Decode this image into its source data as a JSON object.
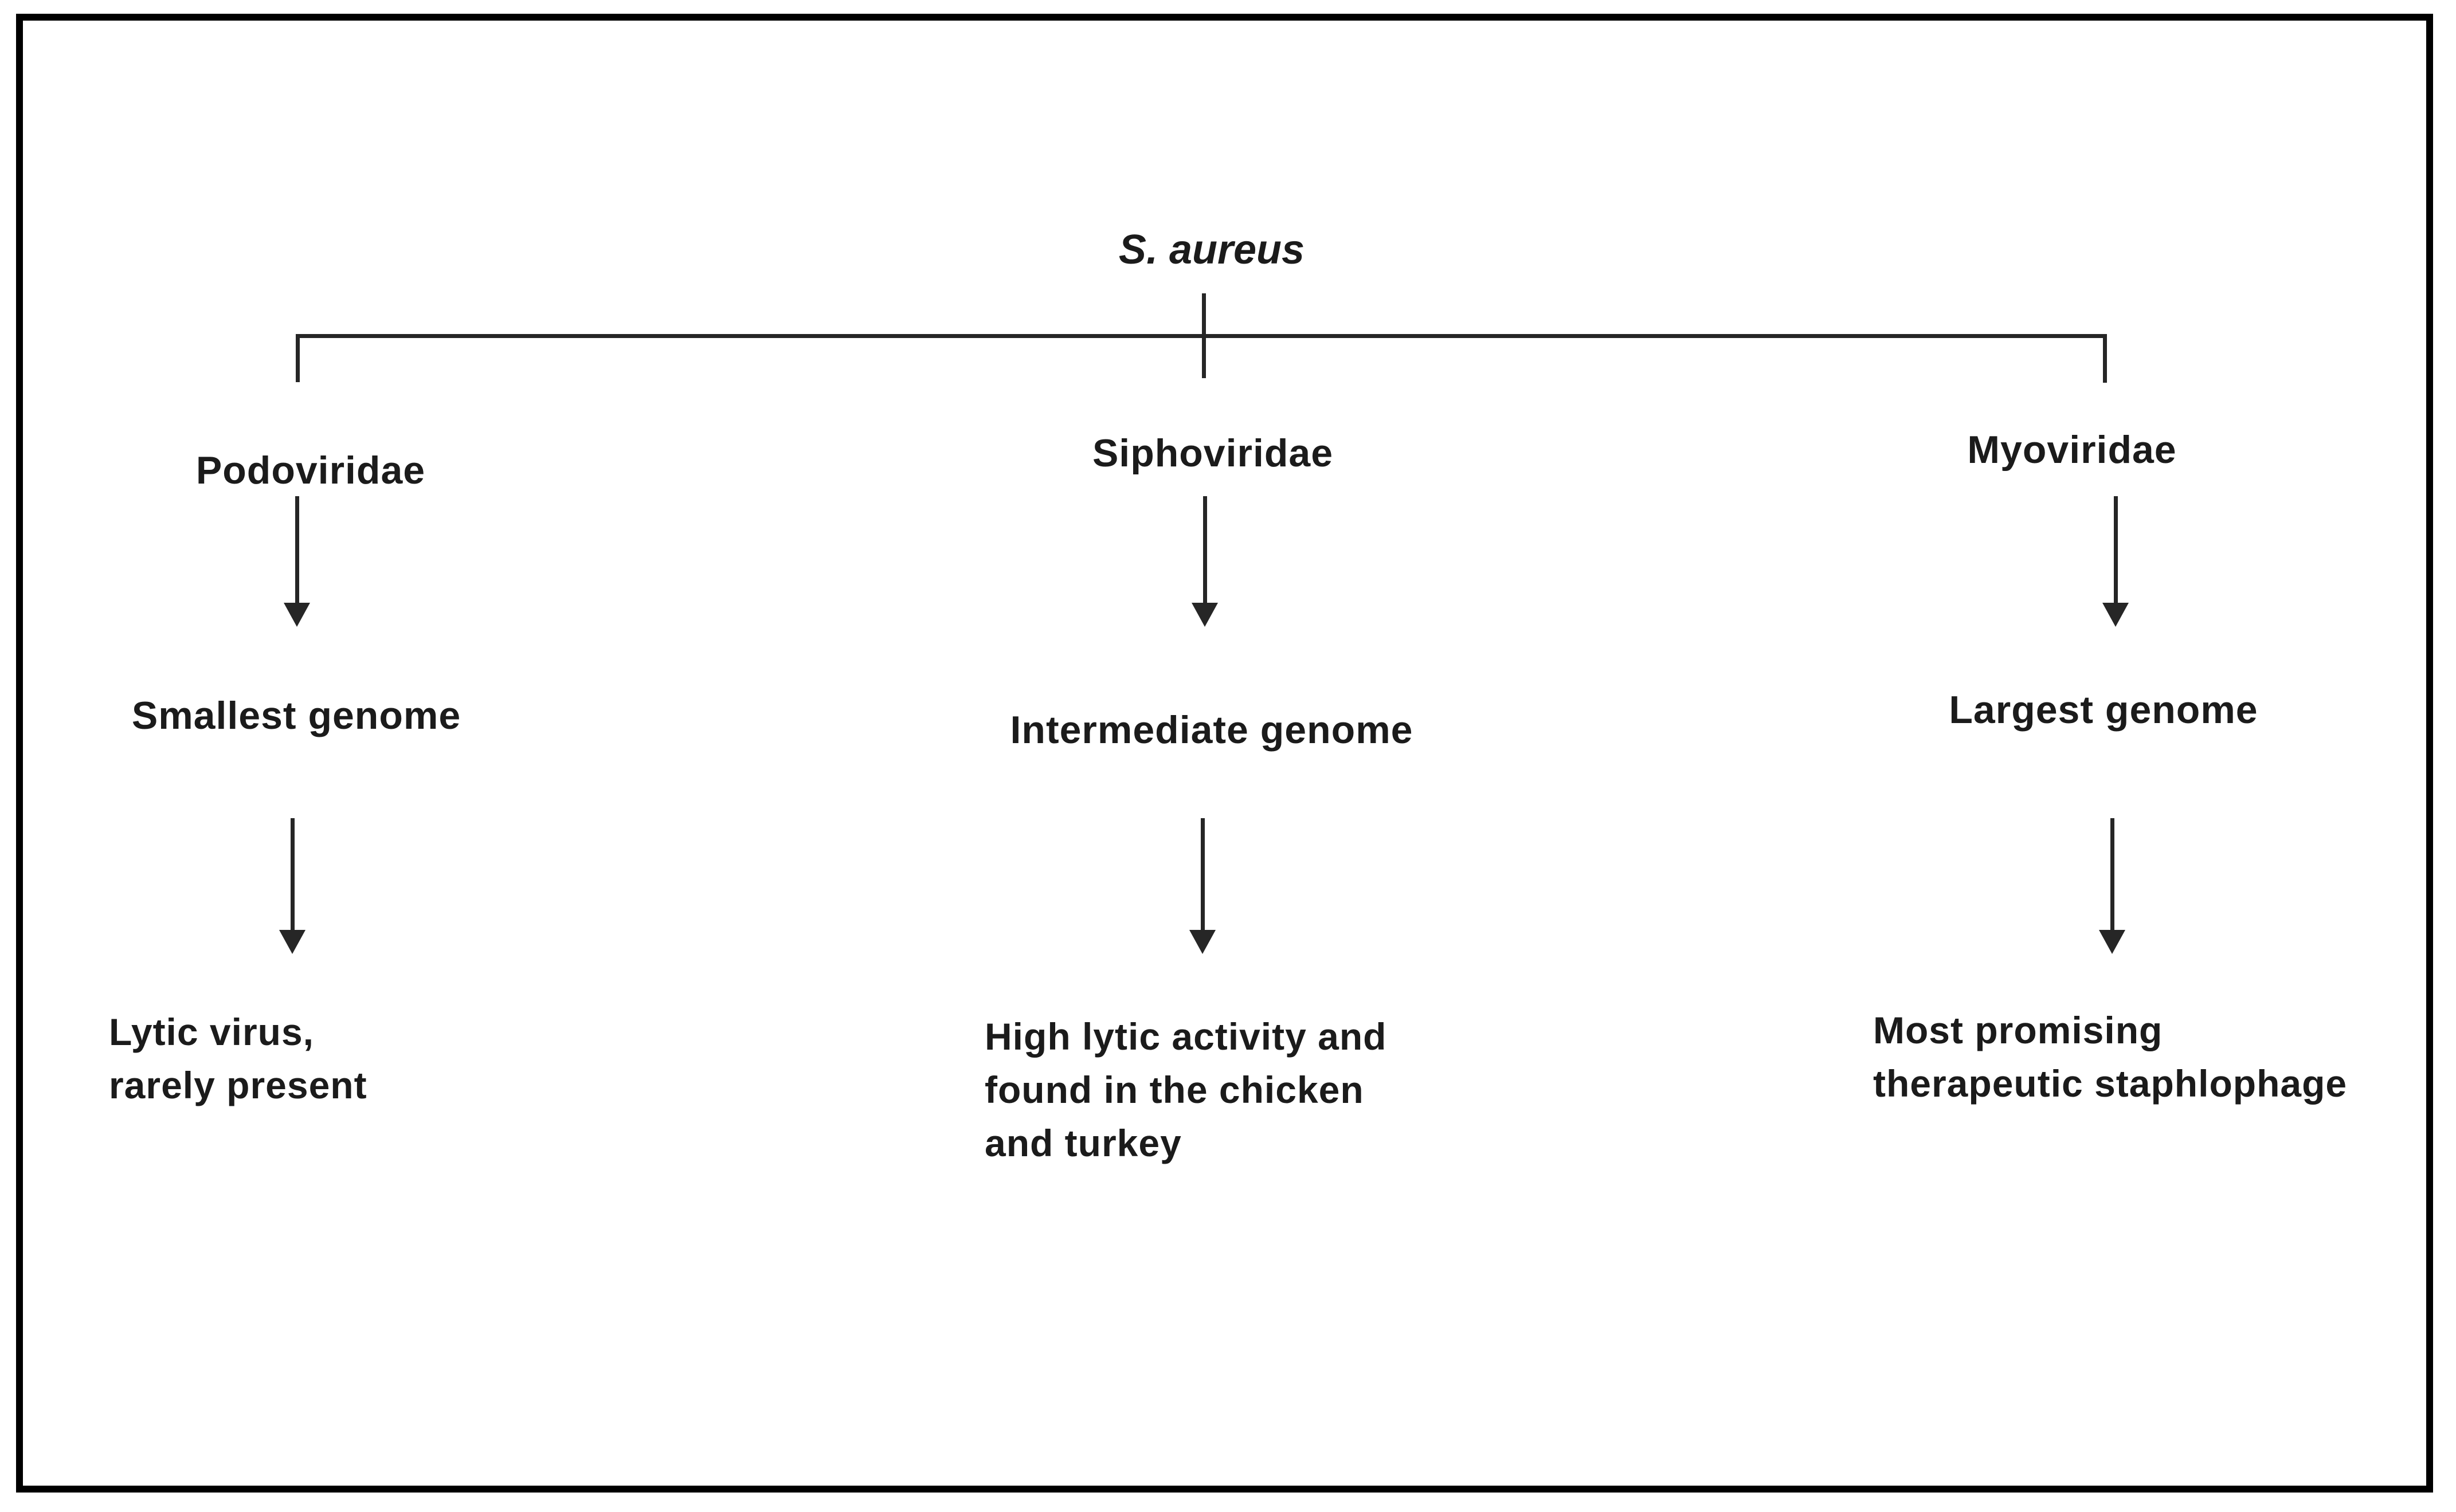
{
  "diagram": {
    "root_label": "S. aureus",
    "branches": [
      {
        "family": "Podoviridae",
        "genome": "Smallest genome",
        "description": "Lytic virus,\nrarely present"
      },
      {
        "family": "Siphoviridae",
        "genome": "Intermediate genome",
        "description": "High lytic activity and\nfound in the chicken\nand turkey"
      },
      {
        "family": "Myoviridae",
        "genome": "Largest genome",
        "description": "Most promising\ntherapeutic staphlophage"
      }
    ],
    "colors": {
      "text": "#1b1b1b",
      "line": "#262626",
      "border": "#000000",
      "background": "#ffffff"
    }
  }
}
